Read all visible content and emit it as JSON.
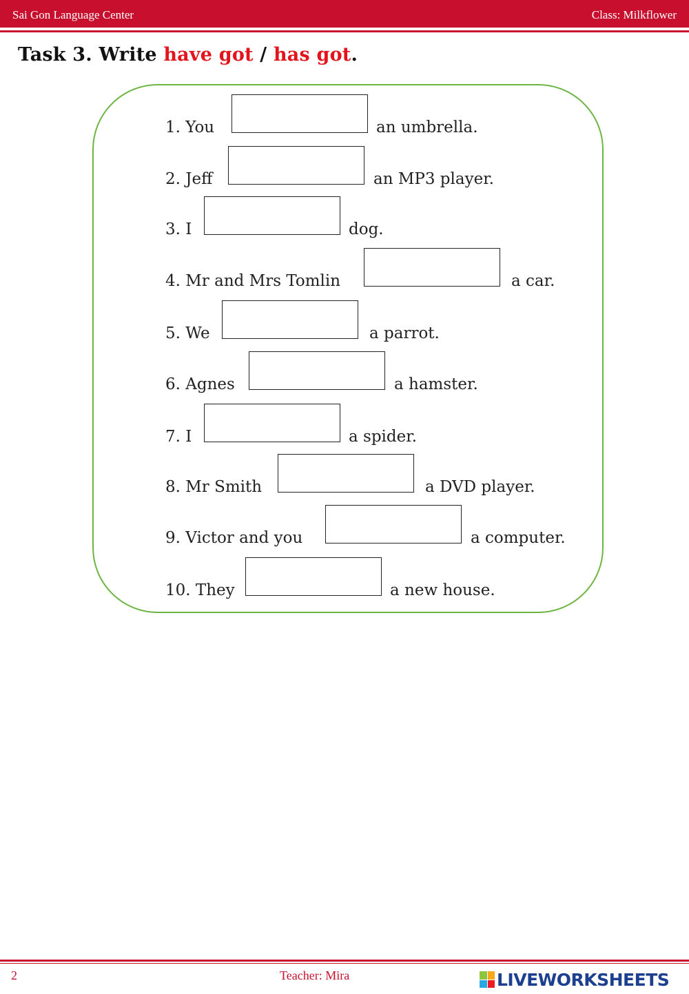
{
  "header": {
    "left": "Sai Gon Language Center",
    "right": "Class: Milkflower"
  },
  "task": {
    "prefix": "Task 3. Write ",
    "option1": "have got",
    "separator": " / ",
    "option2": "has got",
    "suffix": "."
  },
  "items": [
    {
      "before": "1. You",
      "after": "an umbrella.",
      "value": ""
    },
    {
      "before": "2. Jeff",
      "after": "an MP3 player.",
      "value": ""
    },
    {
      "before": "3. I",
      "after": "dog.",
      "value": ""
    },
    {
      "before": "4. Mr and Mrs Tomlin",
      "after": "a car.",
      "value": ""
    },
    {
      "before": "5. We",
      "after": "a parrot.",
      "value": ""
    },
    {
      "before": "6. Agnes",
      "after": "a hamster.",
      "value": ""
    },
    {
      "before": "7. I",
      "after": "a spider.",
      "value": ""
    },
    {
      "before": "8. Mr Smith",
      "after": "a DVD player.",
      "value": ""
    },
    {
      "before": "9. Victor and you",
      "after": "a computer.",
      "value": ""
    },
    {
      "before": "10. They",
      "after": "a new house.",
      "value": ""
    }
  ],
  "footer": {
    "page": "2",
    "teacher": "Teacher: Mira",
    "brand": "LIVEWORKSHEETS"
  },
  "colors": {
    "header_red": "#c8102e",
    "highlight_red": "#e3141b",
    "frame_green": "#6cb543",
    "brand_blue": "#1d3f8f"
  }
}
